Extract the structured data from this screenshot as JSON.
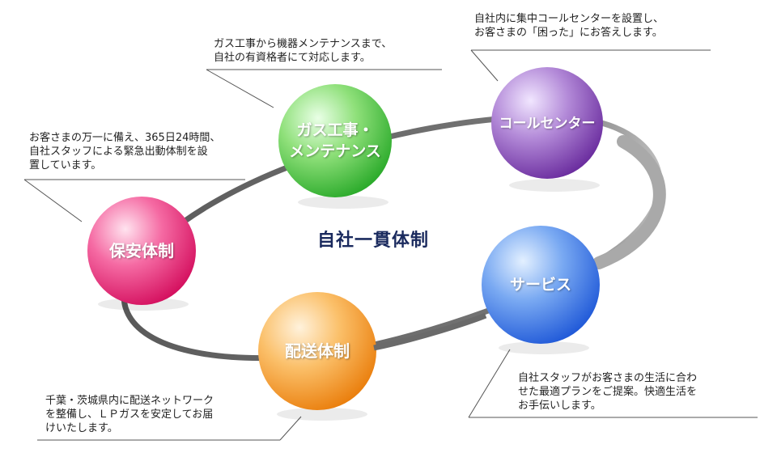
{
  "center_title": "自社一貫体制",
  "nodes": {
    "gas": {
      "label_lines": [
        "ガス工事・",
        "メンテナンス"
      ],
      "color": "#3cbf3c"
    },
    "call": {
      "label_lines": [
        "コールセンター"
      ],
      "color": "#7a3fb0"
    },
    "security": {
      "label_lines": [
        "保安体制"
      ],
      "color": "#e0186a"
    },
    "service": {
      "label_lines": [
        "サービス"
      ],
      "color": "#2d6de6"
    },
    "delivery": {
      "label_lines": [
        "配送体制"
      ],
      "color": "#f08c14"
    }
  },
  "descriptions": {
    "gas": [
      "ガス工事から機器メンテナンスまで、",
      "自社の有資格者にて対応します。"
    ],
    "call": [
      "自社内に集中コールセンターを設置し、",
      "お客さまの「困った」にお答えします。"
    ],
    "security": [
      "お客さまの万一に備え、365日24時間、",
      "自社スタッフによる緊急出動体制を設",
      "置しています。"
    ],
    "service": [
      "自社スタッフがお客さまの生活に合わ",
      "せた最適プランをご提案。快適生活を",
      "お手伝いします。"
    ],
    "delivery": [
      "千葉・茨城県内に配送ネットワーク",
      "を整備し、ＬＰガスを安定してお届",
      "けいたします。"
    ]
  }
}
